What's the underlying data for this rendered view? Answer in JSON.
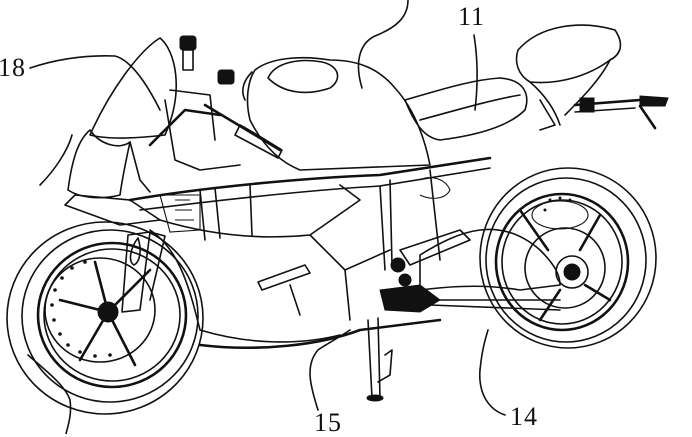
{
  "figure": {
    "subject": "motorcycle side perspective patent line drawing",
    "line_color": "#111111",
    "background": "#ffffff"
  },
  "labels": [
    {
      "id": "18",
      "text": "18",
      "target": "front windscreen / fairing"
    },
    {
      "id": "11",
      "text": "11",
      "target": "seat"
    },
    {
      "id": "15",
      "text": "15",
      "target": "side stand / lower body"
    },
    {
      "id": "14",
      "text": "14",
      "target": "rear swing arm / rear wheel"
    }
  ]
}
